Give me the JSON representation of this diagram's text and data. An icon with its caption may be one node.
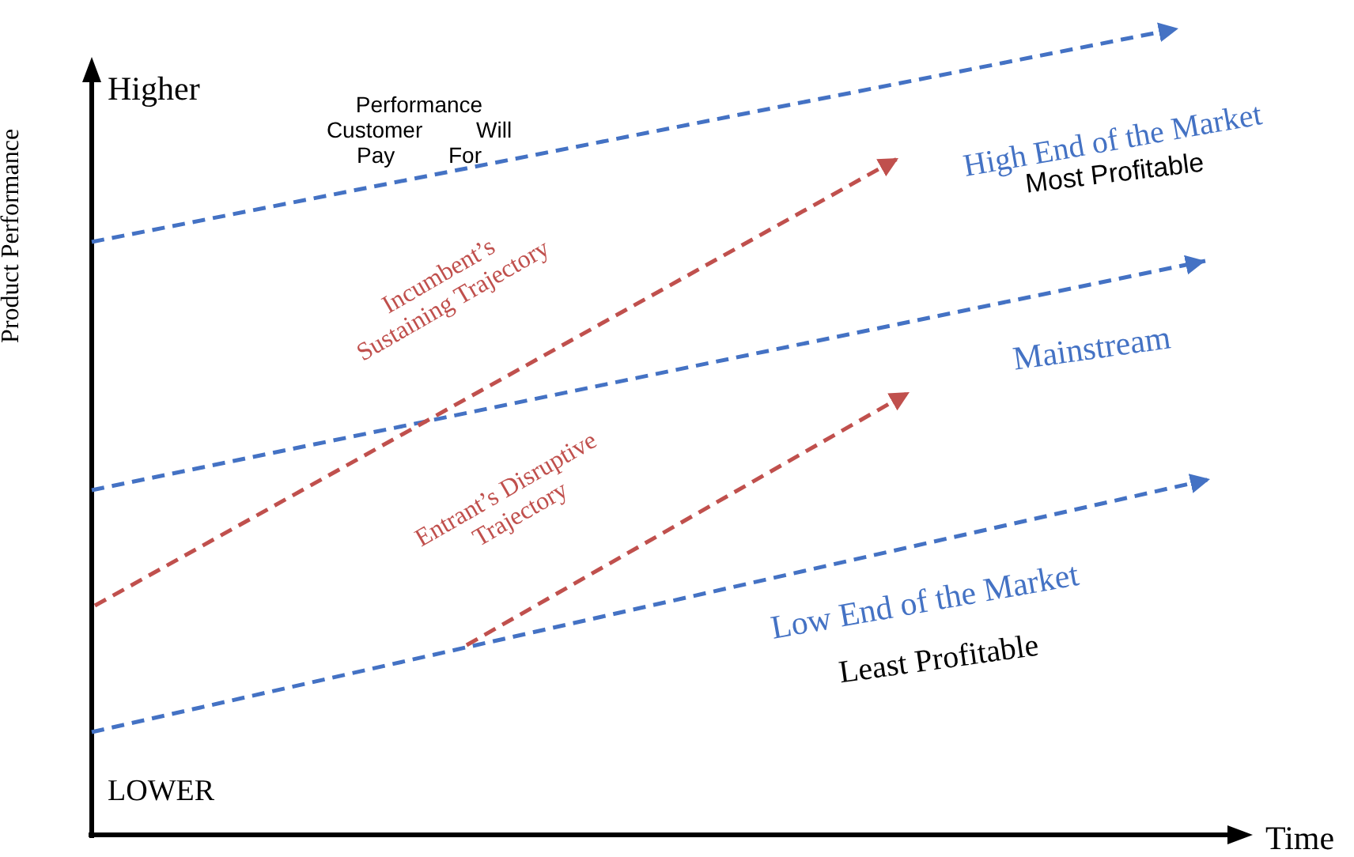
{
  "diagram": {
    "labels": [
      "Higher",
      "Performance Customer Will Pay For",
      "High End of the Market",
      "Most Profitable",
      "Incumbent’s Sustaining Trajectory",
      "Product Performance",
      "Mainstream",
      "Entrant’s Disruptive Trajectory",
      "Low End of the Market",
      "Least Profitable",
      "LOWER",
      "Time"
    ]
  }
}
